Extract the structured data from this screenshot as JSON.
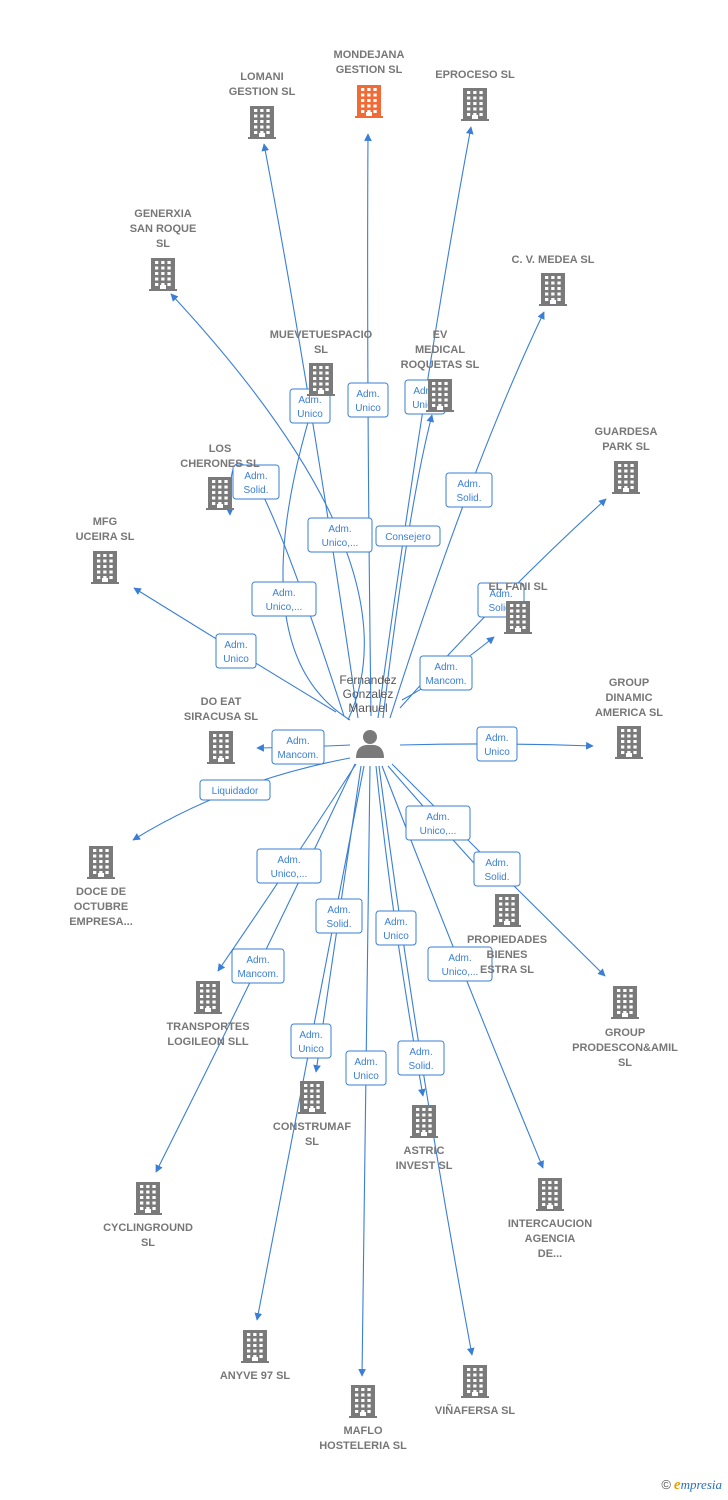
{
  "center": {
    "id": "center",
    "label": [
      "Fernandez",
      "Gonzalez",
      "Manuel"
    ],
    "icon": "person-icon"
  },
  "nodes": [
    {
      "id": "mondejana",
      "label": [
        "MONDEJANA",
        "GESTION  SL"
      ],
      "focus": true
    },
    {
      "id": "lomani",
      "label": [
        "LOMANI",
        "GESTION  SL"
      ]
    },
    {
      "id": "eproceso",
      "label": [
        "EPROCESO SL"
      ]
    },
    {
      "id": "generxia",
      "label": [
        "GENERXIA",
        "SAN ROQUE",
        "SL"
      ]
    },
    {
      "id": "cvmedea",
      "label": [
        "C. V. MEDEA SL"
      ]
    },
    {
      "id": "muevetuespacio",
      "label": [
        "MUEVETUESPACIO",
        "SL"
      ]
    },
    {
      "id": "evmedical",
      "label": [
        "EV",
        "MEDICAL",
        "ROQUETAS  SL"
      ]
    },
    {
      "id": "guardesa",
      "label": [
        "GUARDESA",
        "PARK  SL"
      ]
    },
    {
      "id": "loscherones",
      "label": [
        "LOS",
        "CHERONES  SL"
      ]
    },
    {
      "id": "mfg",
      "label": [
        "MFG",
        "UCEIRA SL"
      ]
    },
    {
      "id": "elfani",
      "label": [
        "EL FANI SL"
      ]
    },
    {
      "id": "doeat",
      "label": [
        "DO EAT",
        "SIRACUSA  SL"
      ]
    },
    {
      "id": "groupdinamic",
      "label": [
        "GROUP",
        "DINAMIC",
        "AMERICA SL"
      ]
    },
    {
      "id": "doce",
      "label": [
        "DOCE DE",
        "OCTUBRE",
        "EMPRESA..."
      ]
    },
    {
      "id": "propiedades",
      "label": [
        "PROPIEDADES",
        "BIENES",
        "ESTRA  SL"
      ]
    },
    {
      "id": "transportes",
      "label": [
        "TRANSPORTES",
        "LOGILEON SLL"
      ]
    },
    {
      "id": "groupprodescon",
      "label": [
        "GROUP",
        "PRODESCON&AMIL",
        "SL"
      ]
    },
    {
      "id": "construmaf",
      "label": [
        "CONSTRUMAF",
        "SL"
      ]
    },
    {
      "id": "astric",
      "label": [
        "ASTRIC",
        "INVEST SL"
      ]
    },
    {
      "id": "cyclinground",
      "label": [
        "CYCLINGROUND",
        "SL"
      ]
    },
    {
      "id": "intercaucion",
      "label": [
        "INTERCAUCION",
        "AGENCIA",
        "DE..."
      ]
    },
    {
      "id": "anyve",
      "label": [
        "ANYVE 97 SL"
      ]
    },
    {
      "id": "viñafersa",
      "label": [
        "VIÑAFERSA SL"
      ]
    },
    {
      "id": "maflo",
      "label": [
        "MAFLO",
        "HOSTELERIA SL"
      ]
    }
  ],
  "edges": [
    {
      "to": "mondejana",
      "label": [
        "Adm.",
        "Unico"
      ]
    },
    {
      "to": "lomani",
      "label": [
        "Adm.",
        "Unico"
      ]
    },
    {
      "to": "eproceso",
      "label": [
        "Adm.",
        "Unico"
      ]
    },
    {
      "to": "generxia",
      "label": [
        "Adm.",
        "Unico,..."
      ]
    },
    {
      "to": "cvmedea",
      "label": [
        "Adm.",
        "Solid."
      ]
    },
    {
      "to": "muevetuespacio",
      "label": [
        "Adm.",
        "Unico,..."
      ]
    },
    {
      "to": "evmedical",
      "label": [
        "Consejero"
      ]
    },
    {
      "to": "guardesa",
      "label": [
        "Adm.",
        "Solid."
      ]
    },
    {
      "to": "loscherones",
      "label": [
        "Adm.",
        "Solid."
      ]
    },
    {
      "to": "mfg",
      "label": [
        "Adm.",
        "Unico"
      ]
    },
    {
      "to": "elfani",
      "label": [
        "Adm.",
        "Mancom."
      ]
    },
    {
      "to": "doeat",
      "label": [
        "Adm.",
        "Mancom."
      ]
    },
    {
      "to": "groupdinamic",
      "label": [
        "Adm.",
        "Unico"
      ]
    },
    {
      "to": "doce",
      "label": [
        "Liquidador"
      ]
    },
    {
      "to": "propiedades",
      "label": [
        "Adm.",
        "Unico,..."
      ]
    },
    {
      "to": "groupprodescon",
      "label": [
        "Adm.",
        "Solid."
      ]
    },
    {
      "to": "transportes",
      "label": [
        "Adm.",
        "Unico,..."
      ]
    },
    {
      "to": "construmaf",
      "label": [
        "Adm.",
        "Solid."
      ]
    },
    {
      "to": "astric",
      "label": [
        "Adm.",
        "Unico"
      ]
    },
    {
      "to": "cyclinground",
      "label": [
        "Adm.",
        "Mancom."
      ]
    },
    {
      "to": "intercaucion",
      "label": [
        "Adm.",
        "Unico,..."
      ]
    },
    {
      "to": "anyve",
      "label": [
        "Adm.",
        "Unico"
      ]
    },
    {
      "to": "viñafersa",
      "label": [
        "Adm.",
        "Solid."
      ]
    },
    {
      "to": "maflo",
      "label": [
        "Adm.",
        "Unico"
      ]
    }
  ],
  "colors": {
    "edge": "#3a7fd5",
    "building": "#7a7a7a",
    "focus_building": "#f26a35",
    "person": "#7a7a7a"
  },
  "footer": {
    "copyright": "©",
    "brand_initial": "e",
    "brand_rest": "mpresia"
  }
}
